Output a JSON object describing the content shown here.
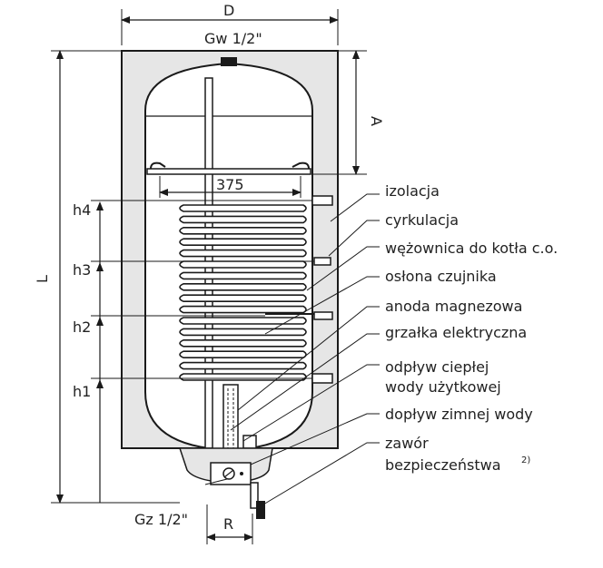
{
  "dimensions": {
    "D": "D",
    "gw": "Gw 1/2\"",
    "A": "A",
    "L": "L",
    "coil_width": "375",
    "h4": "h4",
    "h3": "h3",
    "h2": "h2",
    "h1": "h1",
    "gz": "Gz 1/2\"",
    "R": "R"
  },
  "labels": {
    "insulation": "izolacja",
    "circulation": "cyrkulacja",
    "coil": "wężownica do kotła c.o.",
    "sensor_sleeve": "osłona czujnika",
    "anode": "anoda magnezowa",
    "heater": "grzałka elektryczna",
    "hot_outlet_line1": "odpływ ciepłej",
    "hot_outlet_line2": "wody użytkowej",
    "cold_inlet": "dopływ zimnej wody",
    "valve_line1": "zawór",
    "valve_line2": "bezpieczeństwa",
    "valve_footnote": "2)"
  },
  "colors": {
    "insulation_fill": "#e6e6e6",
    "line": "#1a1a1a",
    "tank_fill": "#ffffff"
  }
}
